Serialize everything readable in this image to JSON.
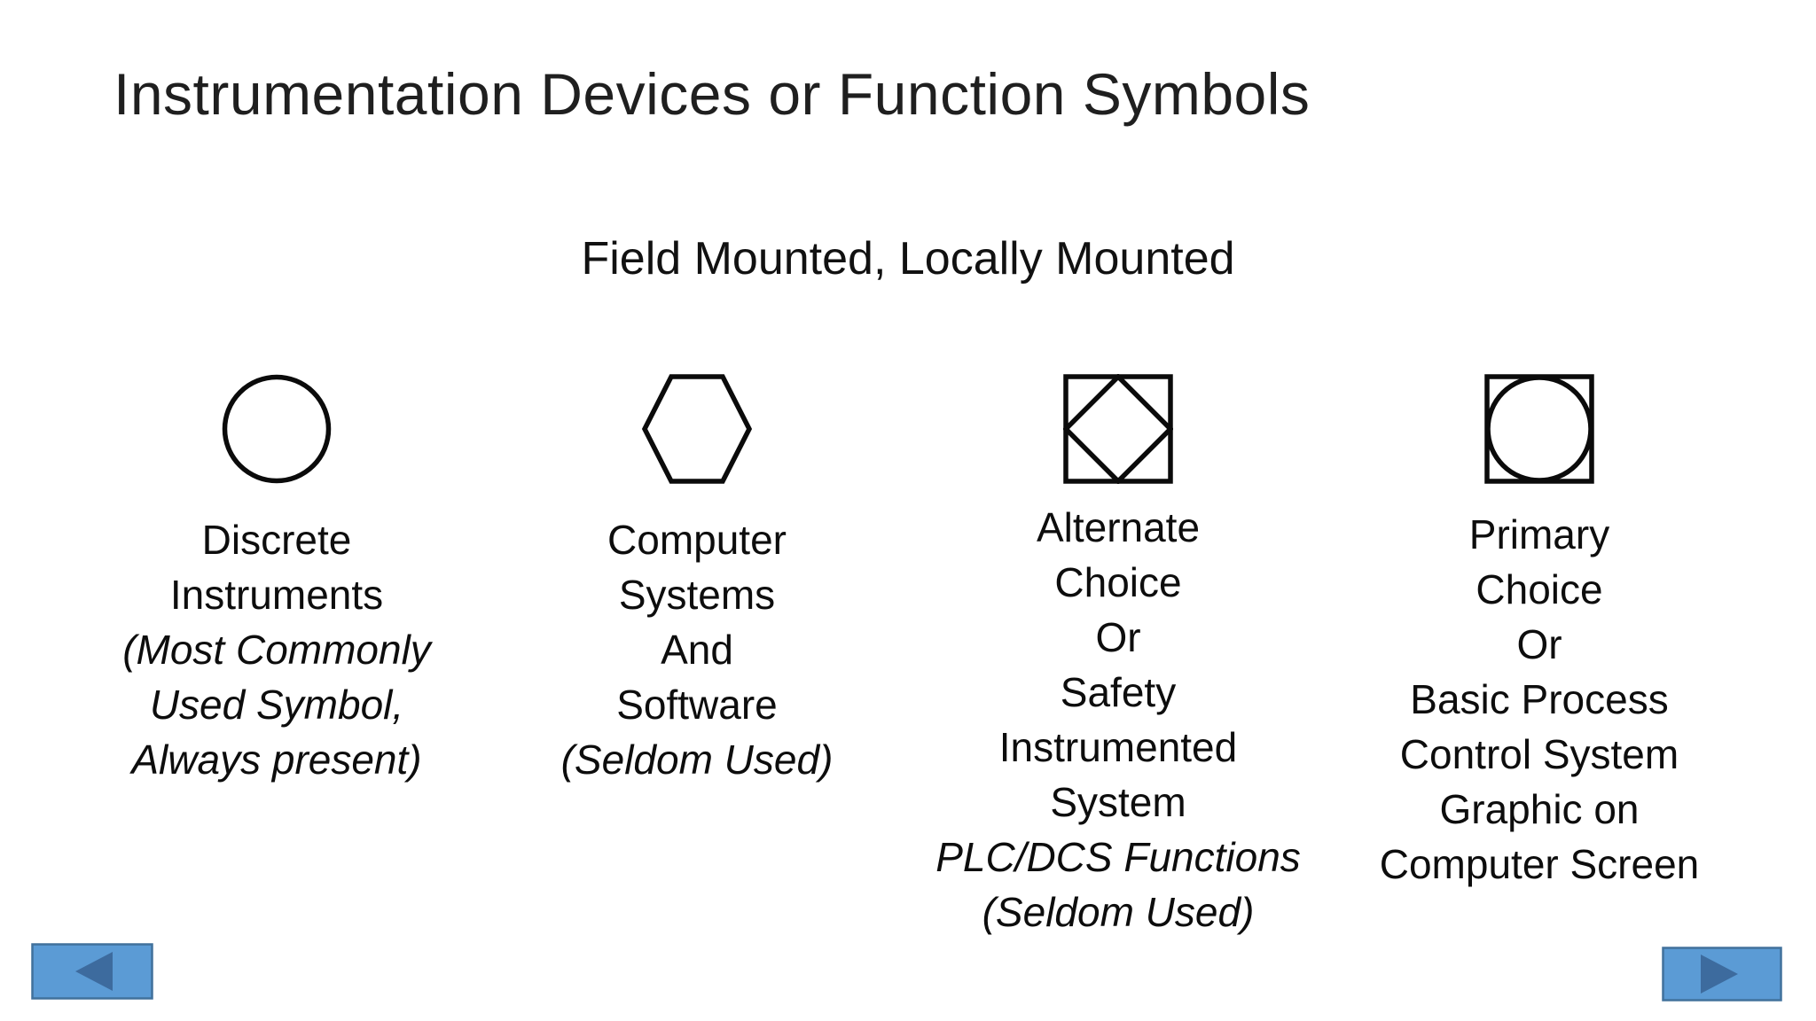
{
  "slide": {
    "title": "Instrumentation Devices or Function Symbols",
    "subtitle": "Field Mounted, Locally Mounted"
  },
  "columns": [
    {
      "symbol": "circle-symbol",
      "lines": [
        {
          "text": "Discrete",
          "italic": false
        },
        {
          "text": "Instruments",
          "italic": false
        },
        {
          "text": "(Most Commonly",
          "italic": true
        },
        {
          "text": "Used Symbol,",
          "italic": true
        },
        {
          "text": "Always present)",
          "italic": true
        }
      ]
    },
    {
      "symbol": "hexagon-symbol",
      "lines": [
        {
          "text": "Computer",
          "italic": false
        },
        {
          "text": "Systems",
          "italic": false
        },
        {
          "text": "And",
          "italic": false
        },
        {
          "text": "Software",
          "italic": false
        },
        {
          "text": "(Seldom Used)",
          "italic": true
        }
      ]
    },
    {
      "symbol": "square-diamond-symbol",
      "lines": [
        {
          "text": "Alternate",
          "italic": false
        },
        {
          "text": "Choice",
          "italic": false
        },
        {
          "text": "Or",
          "italic": false
        },
        {
          "text": "Safety",
          "italic": false
        },
        {
          "text": "Instrumented",
          "italic": false
        },
        {
          "text": "System",
          "italic": false
        },
        {
          "text": "PLC/DCS Functions",
          "italic": true
        },
        {
          "text": "(Seldom Used)",
          "italic": true
        }
      ]
    },
    {
      "symbol": "square-circle-symbol",
      "lines": [
        {
          "text": "Primary",
          "italic": false
        },
        {
          "text": "Choice",
          "italic": false
        },
        {
          "text": "Or",
          "italic": false
        },
        {
          "text": "Basic Process",
          "italic": false
        },
        {
          "text": "Control System",
          "italic": false
        },
        {
          "text": "Graphic on",
          "italic": false
        },
        {
          "text": "Computer Screen",
          "italic": false
        }
      ]
    }
  ],
  "nav": {
    "back_icon": "previous-slide-triangle",
    "forward_icon": "next-slide-triangle"
  },
  "colors": {
    "nav_fill": "#5B9BD5",
    "nav_border": "#41719C",
    "nav_glyph": "#3D6B9E",
    "symbol_stroke": "#0B0B0B",
    "text": "#0D0D0D"
  }
}
